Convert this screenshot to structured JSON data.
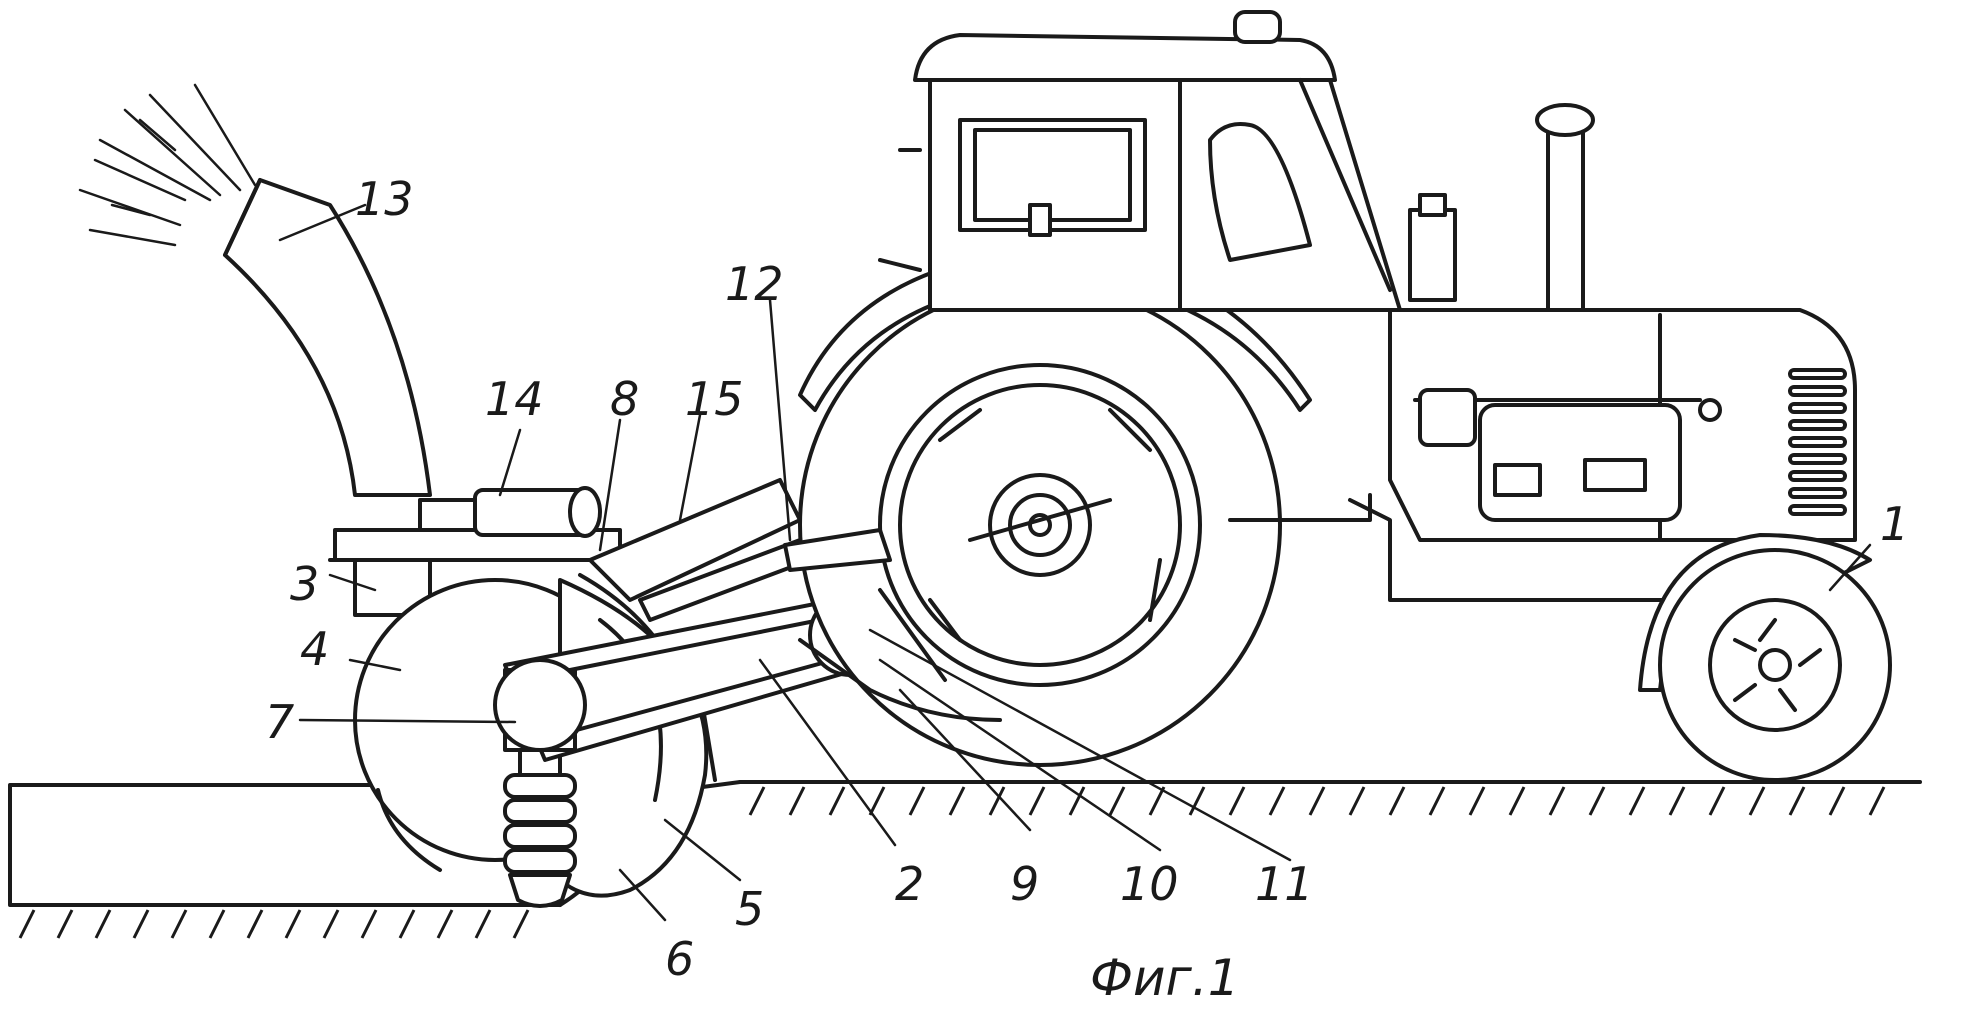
{
  "figure": {
    "caption": "Фиг.1",
    "labels": [
      {
        "id": "1",
        "text": "1"
      },
      {
        "id": "2",
        "text": "2"
      },
      {
        "id": "3",
        "text": "3"
      },
      {
        "id": "4",
        "text": "4"
      },
      {
        "id": "5",
        "text": "5"
      },
      {
        "id": "6",
        "text": "6"
      },
      {
        "id": "7",
        "text": "7"
      },
      {
        "id": "8",
        "text": "8"
      },
      {
        "id": "9",
        "text": "9"
      },
      {
        "id": "10",
        "text": "10"
      },
      {
        "id": "11",
        "text": "11"
      },
      {
        "id": "12",
        "text": "12"
      },
      {
        "id": "13",
        "text": "13"
      },
      {
        "id": "14",
        "text": "14"
      },
      {
        "id": "15",
        "text": "15"
      }
    ]
  }
}
